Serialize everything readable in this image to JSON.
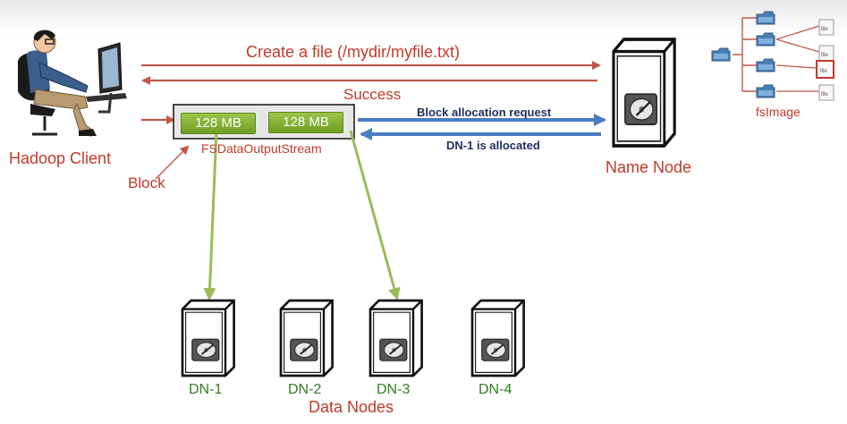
{
  "client": {
    "label": "Hadoop Client"
  },
  "name_node": {
    "label": "Name Node"
  },
  "fsimage": {
    "label": "fsImage",
    "file_label": "file"
  },
  "messages": {
    "create": "Create a file (/mydir/myfile.txt)",
    "success": "Success",
    "block_request": "Block allocation request",
    "dn_allocated": "DN-1 is allocated"
  },
  "stream": {
    "label": "FSDataOutputStream",
    "blocks": [
      "128 MB",
      "128 MB"
    ],
    "block_pointer_label": "Block"
  },
  "data_nodes": {
    "title": "Data Nodes",
    "nodes": [
      "DN-1",
      "DN-2",
      "DN-3",
      "DN-4"
    ]
  },
  "colors": {
    "red_arrow": "#c0574a",
    "blue_arrow": "#4a7cc0",
    "green_arrow": "#9bbb59",
    "red_text": "#c0392b",
    "green_text": "#2f7d1f",
    "navy_text": "#1f2d5c"
  }
}
